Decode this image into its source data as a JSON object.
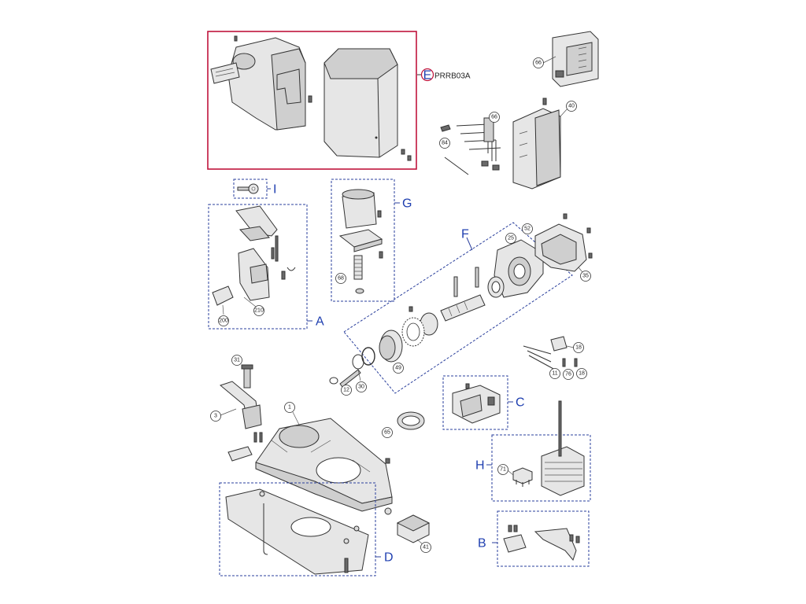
{
  "callouts": [
    {
      "id": "c66a",
      "label": "66"
    },
    {
      "id": "c66b",
      "label": "66"
    },
    {
      "id": "c40",
      "label": "40"
    },
    {
      "id": "c84",
      "label": "84"
    },
    {
      "id": "c25",
      "label": "25"
    },
    {
      "id": "c52",
      "label": "52"
    },
    {
      "id": "c35",
      "label": "35"
    },
    {
      "id": "c68",
      "label": "68"
    },
    {
      "id": "c200",
      "label": "200"
    },
    {
      "id": "c210",
      "label": "210"
    },
    {
      "id": "c49",
      "label": "49"
    },
    {
      "id": "c12",
      "label": "12"
    },
    {
      "id": "c30",
      "label": "30"
    },
    {
      "id": "c31",
      "label": "31"
    },
    {
      "id": "c3",
      "label": "3"
    },
    {
      "id": "c1",
      "label": "1"
    },
    {
      "id": "c65",
      "label": "65"
    },
    {
      "id": "c18a",
      "label": "18"
    },
    {
      "id": "c18b",
      "label": "18"
    },
    {
      "id": "c11",
      "label": "11"
    },
    {
      "id": "c76",
      "label": "76"
    },
    {
      "id": "c71",
      "label": "71"
    },
    {
      "id": "c41",
      "label": "41"
    }
  ],
  "groups": [
    {
      "id": "E",
      "label": "E",
      "code": "PRRB03A"
    },
    {
      "id": "I",
      "label": "I"
    },
    {
      "id": "G",
      "label": "G"
    },
    {
      "id": "F",
      "label": "F"
    },
    {
      "id": "A",
      "label": "A"
    },
    {
      "id": "C",
      "label": "C"
    },
    {
      "id": "H",
      "label": "H"
    },
    {
      "id": "B",
      "label": "B"
    },
    {
      "id": "D",
      "label": "D"
    }
  ],
  "colors": {
    "group_label": "#1f3fb0",
    "highlight_frame": "#c0143c",
    "dashed_frame": "#2a3f9c"
  }
}
